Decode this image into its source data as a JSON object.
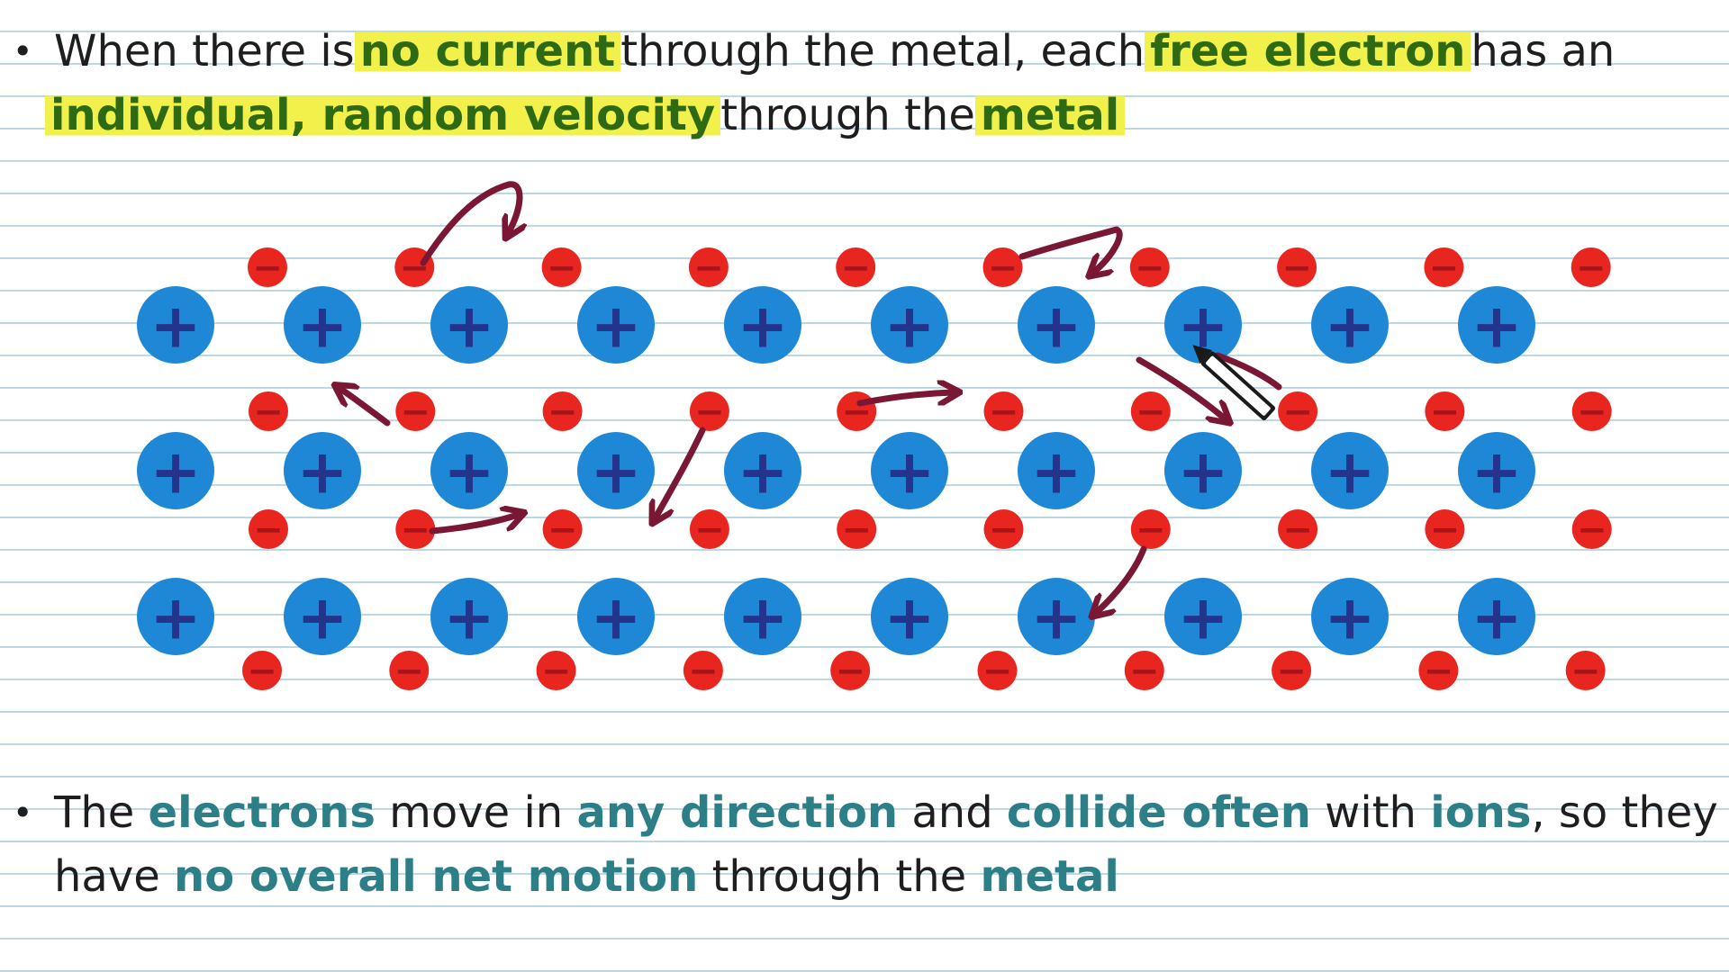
{
  "colors": {
    "highlight": "#f2f04a",
    "highlight_text": "#2e6a14",
    "emphasis_text": "#2d7f87",
    "body_text": "#1e1e1e",
    "ion_fill": "#1e88d6",
    "ion_sign": "#24348c",
    "electron_fill": "#e8261f",
    "electron_sign": "#a8141a",
    "arrow": "#7a1734",
    "ruled_line": "#bcd9e3"
  },
  "bullet_glyph": "•",
  "bullet1": {
    "t1": "When there is",
    "h1": "no current",
    "t2": "through the metal, each",
    "h2": "free electron",
    "t3": "has an",
    "h3": "individual, random velocity",
    "t4": "through the",
    "h4": "metal"
  },
  "bullet2": {
    "t1": "The ",
    "e1": "electrons",
    "t2": " move in ",
    "e2": "any direction",
    "t3": " and ",
    "e3": "collide often",
    "t4": " with ",
    "e4": "ions",
    "t5": ", so they",
    "t6": "have ",
    "e5": "no overall net motion",
    "t7": " through the ",
    "e6": "metal"
  },
  "diagram": {
    "ion_sign": "+",
    "electron_sign": "−",
    "ion_rows": 3,
    "ion_cols": 10,
    "electrons_per_gap_row": 10,
    "arrow_count": 9,
    "pen_cursor": "pen-icon"
  }
}
